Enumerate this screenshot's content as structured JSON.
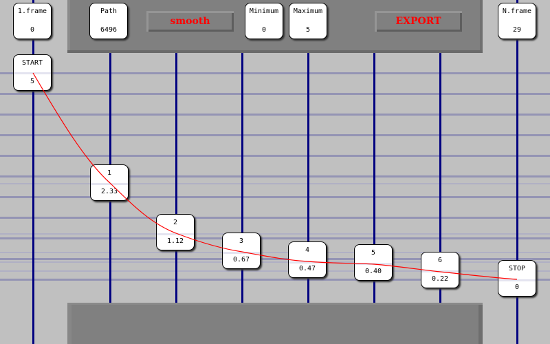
{
  "toolbar": {
    "first_frame": {
      "label": "1.frame",
      "value": "0"
    },
    "path": {
      "label": "Path",
      "value": "6496"
    },
    "smooth_button": "smooth",
    "minimum": {
      "label": "Minimum",
      "value": "0"
    },
    "maximum": {
      "label": "Maximum",
      "value": "5"
    },
    "export_button": "EXPORT",
    "last_frame": {
      "label": "N.frame",
      "value": "29"
    }
  },
  "nodes": [
    {
      "label": "START",
      "value": "5"
    },
    {
      "label": "1",
      "value": "2.33"
    },
    {
      "label": "2",
      "value": "1.12"
    },
    {
      "label": "3",
      "value": "0.67"
    },
    {
      "label": "4",
      "value": "0.47"
    },
    {
      "label": "5",
      "value": "0.40"
    },
    {
      "label": "6",
      "value": "0.22"
    },
    {
      "label": "STOP",
      "value": "0"
    }
  ],
  "colors": {
    "background": "#c0c0c0",
    "vertical_lines": "#000080",
    "grid_lines": "#9494b4",
    "curve": "#ff0000",
    "button_text": "#ff0000",
    "panel": "#808080"
  }
}
